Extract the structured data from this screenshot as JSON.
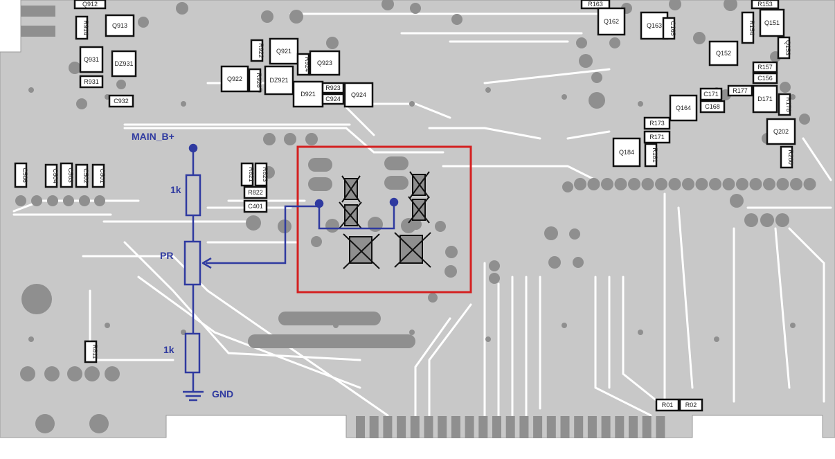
{
  "schematic": {
    "supply_label": "MAIN_B+",
    "top_resistor": "1k",
    "pot_label": "PR",
    "bottom_resistor": "1k",
    "ground_label": "GND"
  },
  "components": [
    {
      "id": "c1",
      "label": "Q912"
    },
    {
      "id": "c2",
      "label": "R914"
    },
    {
      "id": "c3",
      "label": "Q913"
    },
    {
      "id": "c4",
      "label": "Q931"
    },
    {
      "id": "c5",
      "label": "DZ931"
    },
    {
      "id": "c6",
      "label": "R931"
    },
    {
      "id": "c7",
      "label": "C932"
    },
    {
      "id": "c8",
      "label": "R922"
    },
    {
      "id": "c9",
      "label": "Q921"
    },
    {
      "id": "c10",
      "label": "R924"
    },
    {
      "id": "c11",
      "label": "Q923"
    },
    {
      "id": "c12",
      "label": "Q922"
    },
    {
      "id": "c13",
      "label": "R926"
    },
    {
      "id": "c14",
      "label": "DZ921"
    },
    {
      "id": "c15",
      "label": "D921"
    },
    {
      "id": "c16",
      "label": "R923"
    },
    {
      "id": "c17",
      "label": "C924"
    },
    {
      "id": "c18",
      "label": "Q924"
    },
    {
      "id": "c19",
      "label": "R163"
    },
    {
      "id": "c20",
      "label": "Q162"
    },
    {
      "id": "c21",
      "label": "Q163"
    },
    {
      "id": "c22",
      "label": "C165"
    },
    {
      "id": "c23",
      "label": "R153"
    },
    {
      "id": "c24",
      "label": "Q151"
    },
    {
      "id": "c25",
      "label": "R154"
    },
    {
      "id": "c26",
      "label": "Q153"
    },
    {
      "id": "c27",
      "label": "Q152"
    },
    {
      "id": "c28",
      "label": "R157"
    },
    {
      "id": "c29",
      "label": "C156"
    },
    {
      "id": "c30",
      "label": "R177"
    },
    {
      "id": "c31",
      "label": "D171"
    },
    {
      "id": "c32",
      "label": "R178"
    },
    {
      "id": "c33",
      "label": "Q164"
    },
    {
      "id": "c34",
      "label": "C168"
    },
    {
      "id": "c35",
      "label": "C171"
    },
    {
      "id": "c36",
      "label": "R173"
    },
    {
      "id": "c37",
      "label": "R171"
    },
    {
      "id": "c38",
      "label": "Q202"
    },
    {
      "id": "c39",
      "label": "R200"
    },
    {
      "id": "c40",
      "label": "Q184"
    },
    {
      "id": "c41",
      "label": "R181"
    },
    {
      "id": "c42",
      "label": "C506"
    },
    {
      "id": "c43",
      "label": "C504"
    },
    {
      "id": "c44",
      "label": "C503"
    },
    {
      "id": "c45",
      "label": "C502"
    },
    {
      "id": "c46",
      "label": "C501"
    },
    {
      "id": "c47",
      "label": "R821"
    },
    {
      "id": "c48",
      "label": "R823"
    },
    {
      "id": "c49",
      "label": "R822"
    },
    {
      "id": "c50",
      "label": "C401"
    },
    {
      "id": "c51",
      "label": "R811"
    },
    {
      "id": "c52",
      "label": "R01"
    },
    {
      "id": "c53",
      "label": "R02"
    }
  ],
  "colors": {
    "board": "#c8c8c8",
    "pad": "#8f8f8f",
    "trace_gap": "#ffffff",
    "schematic": "#2f3aa0",
    "highlight": "#d42020"
  }
}
